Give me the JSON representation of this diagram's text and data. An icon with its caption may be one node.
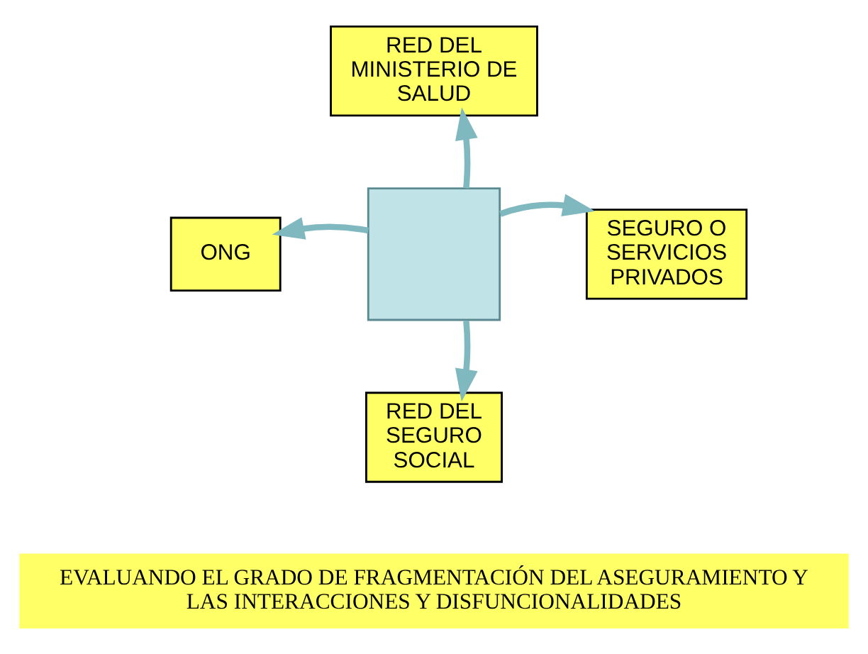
{
  "diagram": {
    "nodes": [
      {
        "text": [
          "RED DEL MINISTERIO DE SALUD"
        ]
      },
      {
        "text": [
          "ONG"
        ]
      },
      {
        "text": [],
        "shape": "cross"
      },
      {
        "text": [
          "SEGURO O SERVICIOS PRIVADOS"
        ]
      },
      {
        "text": [
          "RED DEL SEGURO SOCIAL"
        ]
      },
      {
        "text": [
          "EVALUANDO EL GRADO DE FRAGMENTACIÓN DEL ASEGURAMIENTO Y LAS INTERACCIONES Y DISFUNCIONALIDADES"
        ]
      }
    ],
    "edges": [
      {
        "from": 2,
        "to": 0,
        "arrow": "to"
      },
      {
        "from": 2,
        "to": 1,
        "arrow": "to"
      },
      {
        "from": 2,
        "to": 3,
        "arrow": "to"
      },
      {
        "from": 2,
        "to": 4,
        "arrow": "to"
      }
    ]
  }
}
